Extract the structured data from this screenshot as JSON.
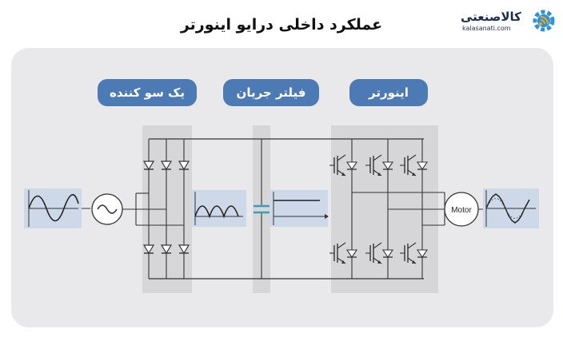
{
  "title": "عملکرد داخلی درایو اینورتر",
  "logo": {
    "name": "کالاصنعتی",
    "url": "kalasanati.com",
    "icon": "gear-wifi-icon",
    "colors": {
      "gear": "#2d92d6",
      "wave": "#f3a51d",
      "text": "#1d2c4c"
    }
  },
  "sections": {
    "rectifier": "یک سو کننده",
    "filter": "فیلتر جریان",
    "inverter": "اینورتر"
  },
  "motor_label": "Motor",
  "colors": {
    "accent": "#4b7ab4",
    "panel": "#e9e9eb",
    "block": "#d6d6d8",
    "wave_box": "#cdd9e8",
    "capacitor": "#3aa0b8"
  }
}
